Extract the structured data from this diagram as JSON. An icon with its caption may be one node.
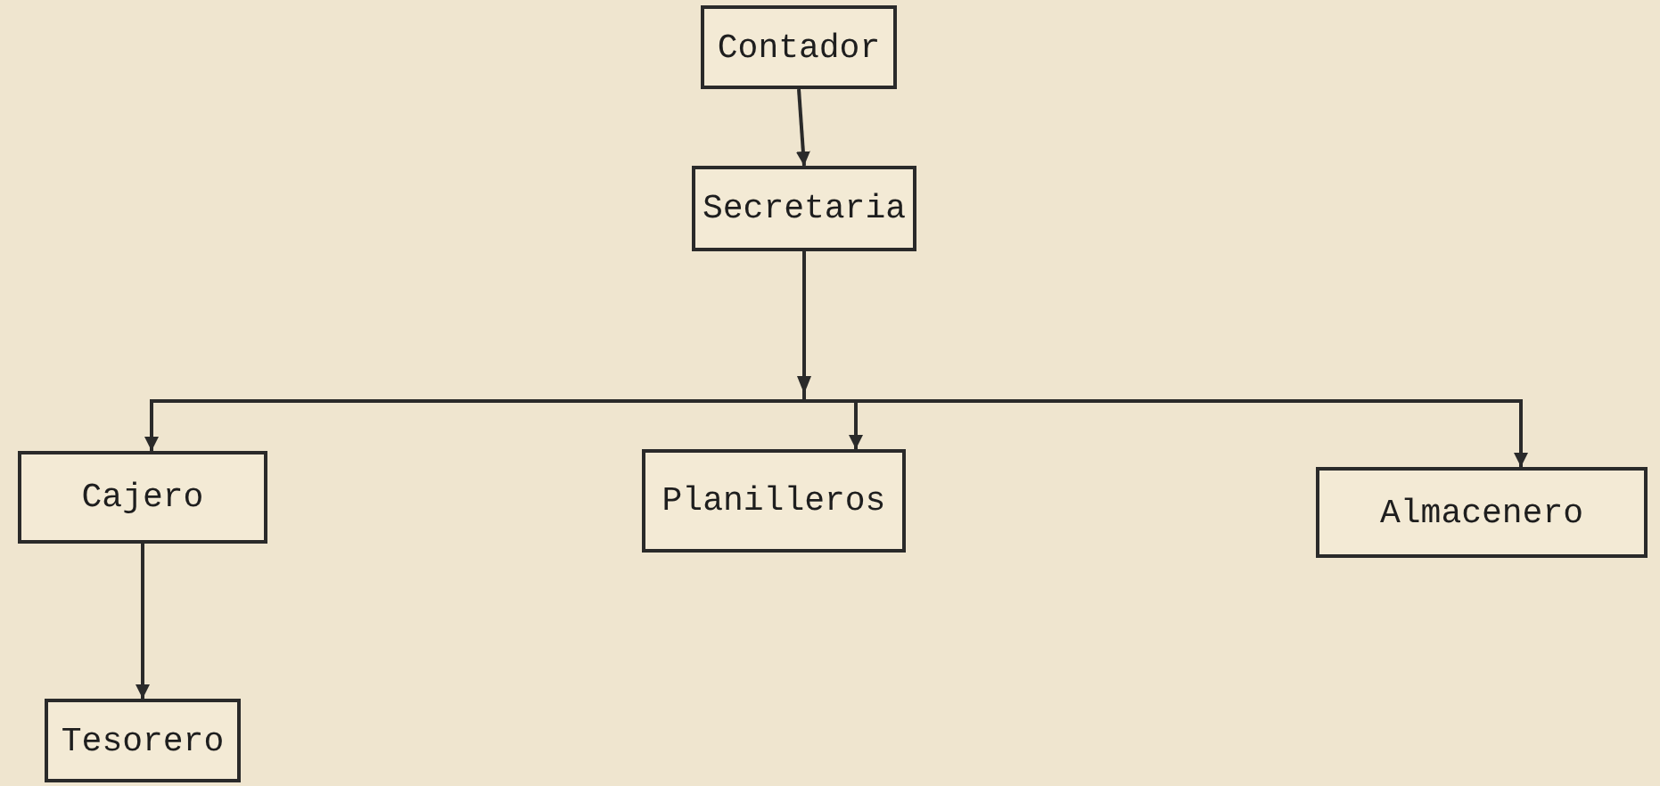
{
  "diagram": {
    "nodes": [
      {
        "text": [
          "Contador"
        ]
      },
      {
        "text": [
          "Secretaria"
        ]
      },
      {
        "text": [
          "Cajero"
        ]
      },
      {
        "text": [
          "Planilleros"
        ]
      },
      {
        "text": [
          "Almacenero"
        ]
      },
      {
        "text": [
          "Tesorero"
        ]
      }
    ],
    "edges": [
      {
        "from": 0,
        "to": 1,
        "arrow": "to"
      },
      {
        "from": 1,
        "to": 2,
        "arrow": "to"
      },
      {
        "from": 1,
        "to": 3,
        "arrow": "to"
      },
      {
        "from": 1,
        "to": 4,
        "arrow": "to"
      },
      {
        "from": 2,
        "to": 5,
        "arrow": "to"
      }
    ]
  }
}
